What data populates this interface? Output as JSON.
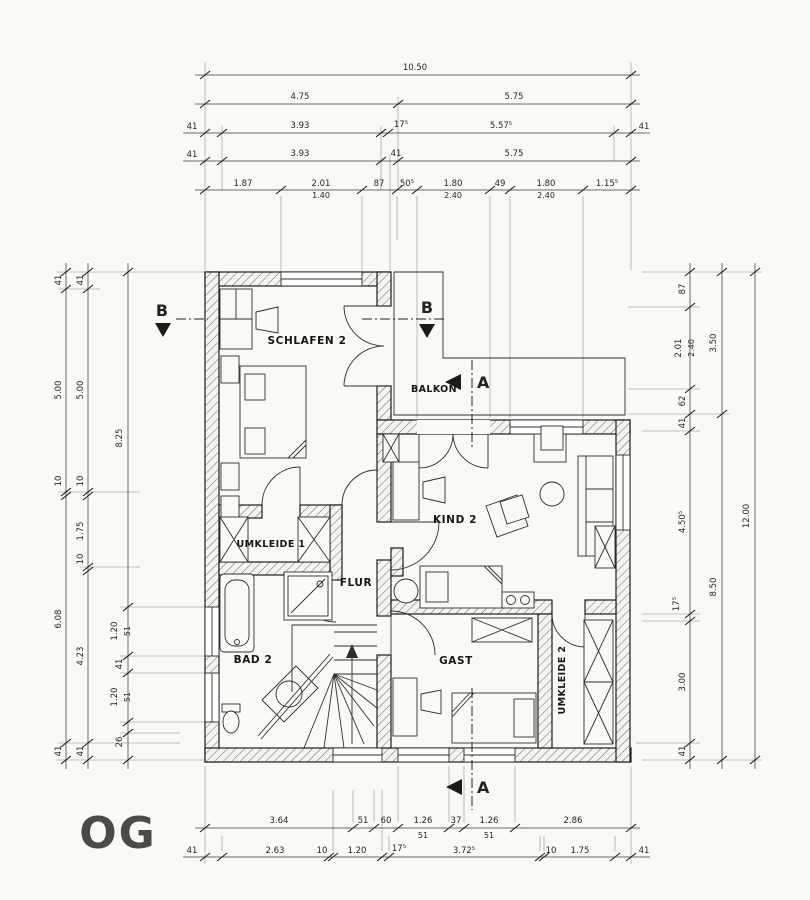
{
  "title": "OG",
  "rooms": {
    "schlafen2": "SCHLAFEN 2",
    "balkon": "BALKON",
    "kind2": "KIND 2",
    "umkleide1": "UMKLEIDE 1",
    "flur": "FLUR",
    "bad2": "BAD 2",
    "gast": "GAST",
    "umkleide2": "UMKLEIDE 2"
  },
  "markers": {
    "a": "A",
    "b": "B"
  },
  "dims": {
    "top": {
      "row1": [
        "10.50"
      ],
      "row2": [
        "4.75",
        "5.75"
      ],
      "row3": [
        "41",
        "3.93",
        "17⁵",
        "5.57⁵",
        "41"
      ],
      "row4": [
        "41",
        "3.93",
        "41",
        "5.75"
      ],
      "row5": [
        "1.87",
        "2.01",
        "87",
        "50⁵",
        "1.80",
        "49",
        "1.80",
        "1.15⁵"
      ],
      "row5_sub": [
        "1.40",
        "2.40",
        "2.40"
      ]
    },
    "bottom": {
      "row1": [
        "3.64",
        "51",
        "60",
        "1.26",
        "37",
        "1.26",
        "2.86"
      ],
      "row1_sub": [
        "51",
        "51"
      ],
      "row2": [
        "41",
        "2.63",
        "10",
        "1.20",
        "17⁵",
        "3.72⁵",
        "10",
        "1.75",
        "41"
      ]
    },
    "left": {
      "outer": [
        "41",
        "5.00",
        "10",
        "6.08",
        "41"
      ],
      "mid": [
        "41",
        "5.00",
        "10",
        "1.75",
        "10",
        "4.23",
        "41"
      ],
      "inner": [
        "8.25",
        "1.20",
        "51",
        "41",
        "1.20",
        "51",
        "26"
      ]
    },
    "right": {
      "inner": [
        "87",
        "2.01",
        "2.40",
        "62",
        "41",
        "4.50⁵",
        "17⁵",
        "3.00",
        "41"
      ],
      "mid": [
        "3.50",
        "8.50"
      ],
      "outer": [
        "12.00"
      ]
    }
  }
}
